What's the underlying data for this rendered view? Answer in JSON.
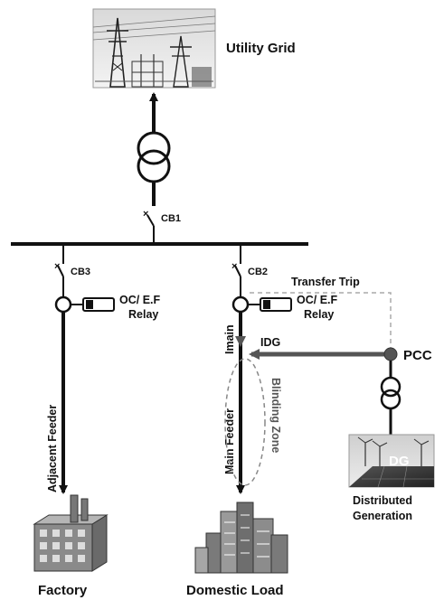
{
  "labels": {
    "utility_grid": "Utility Grid",
    "cb1": "CB1",
    "cb2": "CB2",
    "cb3": "CB3",
    "transfer_trip": "Transfer Trip",
    "relay_left_line1": "OC/ E.F",
    "relay_left_line2": "Relay",
    "relay_right_line1": "OC/ E.F",
    "relay_right_line2": "Relay",
    "imain": "Imain",
    "idg": "IDG",
    "pcc": "PCC",
    "adjacent_feeder": "Adjacent Feeder",
    "main_feeder": "Main Feeder",
    "blinding_zone": "Blinding Zone",
    "dg": "DG",
    "distributed_generation_line1": "Distributed",
    "distributed_generation_line2": "Generation",
    "factory": "Factory",
    "domestic_load": "Domestic Load"
  },
  "breaker_symbol": "×",
  "colors": {
    "line": "#111111",
    "idg_arrow": "#555555",
    "transfer_trip_line": "#aaaaaa",
    "blinding_zone": "#888888"
  }
}
